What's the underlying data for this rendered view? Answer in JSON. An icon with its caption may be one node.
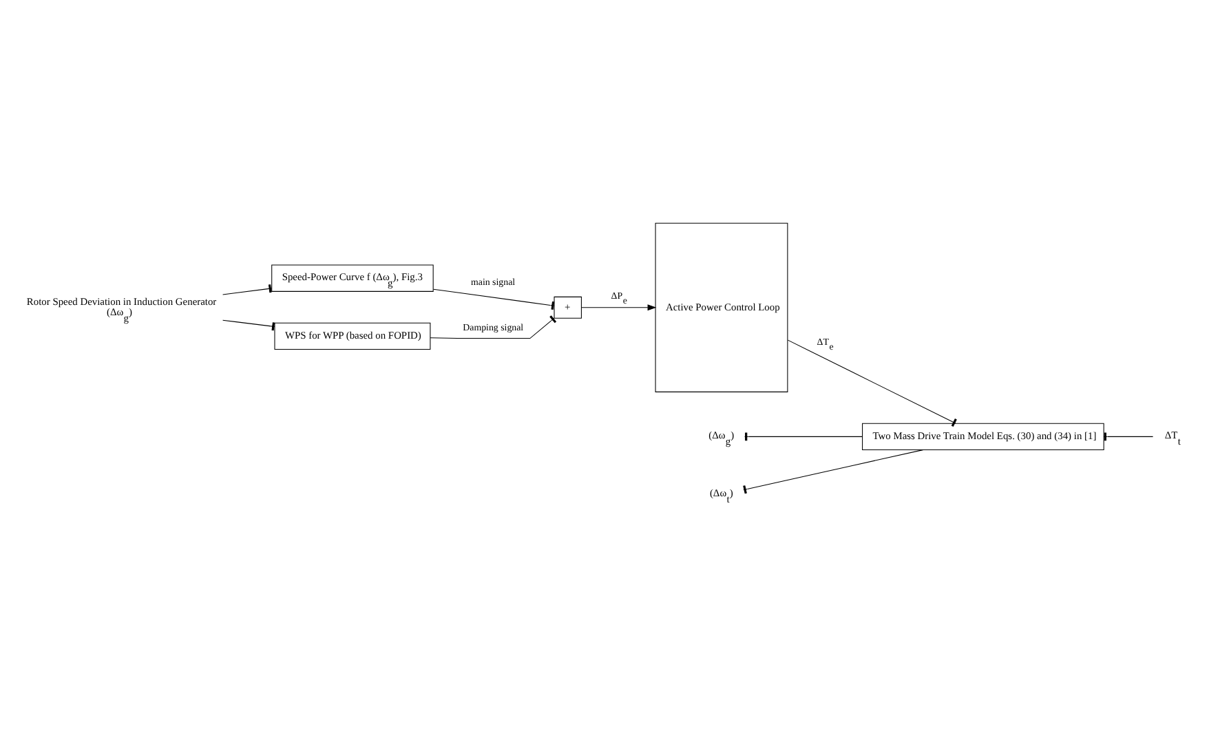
{
  "diagram": {
    "nodes": [
      {
        "text": [
          "Rotor Speed Deviation in Induction Generator"
        ],
        "beside": [
          "(Δω$_{g}$)"
        ]
      },
      {
        "text": [
          "Speed-Power Curve f (Δω$_{g}$), Fig.3"
        ]
      },
      {
        "text": [
          "WPS for WPP (based on FOPID)"
        ]
      },
      {
        "text": [
          "+"
        ]
      },
      {
        "text": [
          "Active Power Control Loop"
        ]
      },
      {
        "text": [
          "Two Mass Drive Train Model Eqs. (30) and (34) in [1]"
        ]
      },
      {
        "text": [
          "(Δω$_{g}$)"
        ]
      },
      {
        "text": [
          "(Δω$_{t}$)"
        ]
      },
      {
        "text": [
          "ΔT$_{t}$"
        ]
      }
    ],
    "edges": [
      {
        "from": 0,
        "to": 1,
        "arrow": "other"
      },
      {
        "from": 0,
        "to": 2,
        "arrow": "other"
      },
      {
        "from": 1,
        "to": 3,
        "arrow": "other",
        "label": "main signal"
      },
      {
        "from": 2,
        "to": 3,
        "arrow": "other",
        "label": "Damping signal"
      },
      {
        "from": 3,
        "to": 4,
        "arrow": "to",
        "label": "ΔP$_{e}$"
      },
      {
        "from": 4,
        "to": 5,
        "arrow": "other",
        "label": "ΔT$_{e}$"
      },
      {
        "from": 6,
        "to": 5,
        "arrow": "other"
      },
      {
        "from": 7,
        "to": 5,
        "arrow": "other"
      },
      {
        "from": 5,
        "to": 8,
        "arrow": "other"
      }
    ]
  }
}
